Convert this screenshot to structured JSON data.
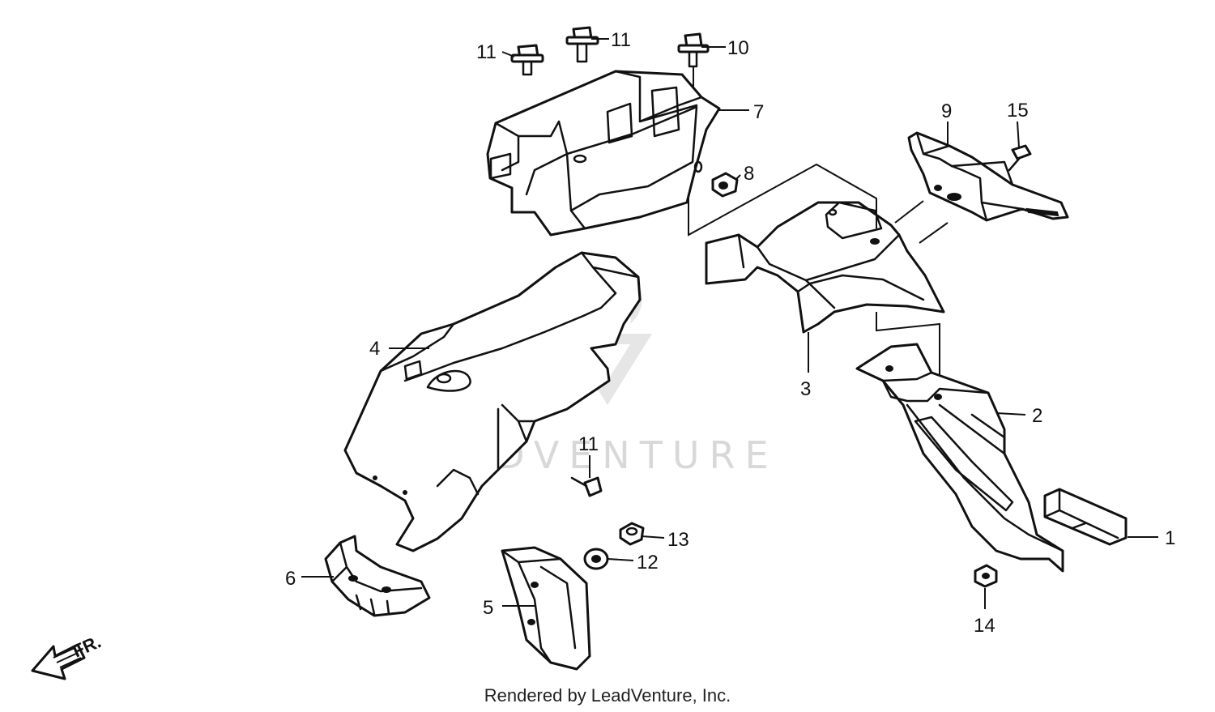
{
  "callouts": {
    "c1": "1",
    "c2": "2",
    "c3": "3",
    "c4": "4",
    "c5": "5",
    "c6": "6",
    "c7": "7",
    "c8": "8",
    "c9": "9",
    "c10": "10",
    "c11a": "11",
    "c11b": "11",
    "c11c": "11",
    "c12": "12",
    "c13": "13",
    "c14": "14",
    "c15": "15"
  },
  "direction_label": "FR.",
  "watermark": "LEADVENTURE",
  "footer": "Rendered by LeadVenture, Inc."
}
